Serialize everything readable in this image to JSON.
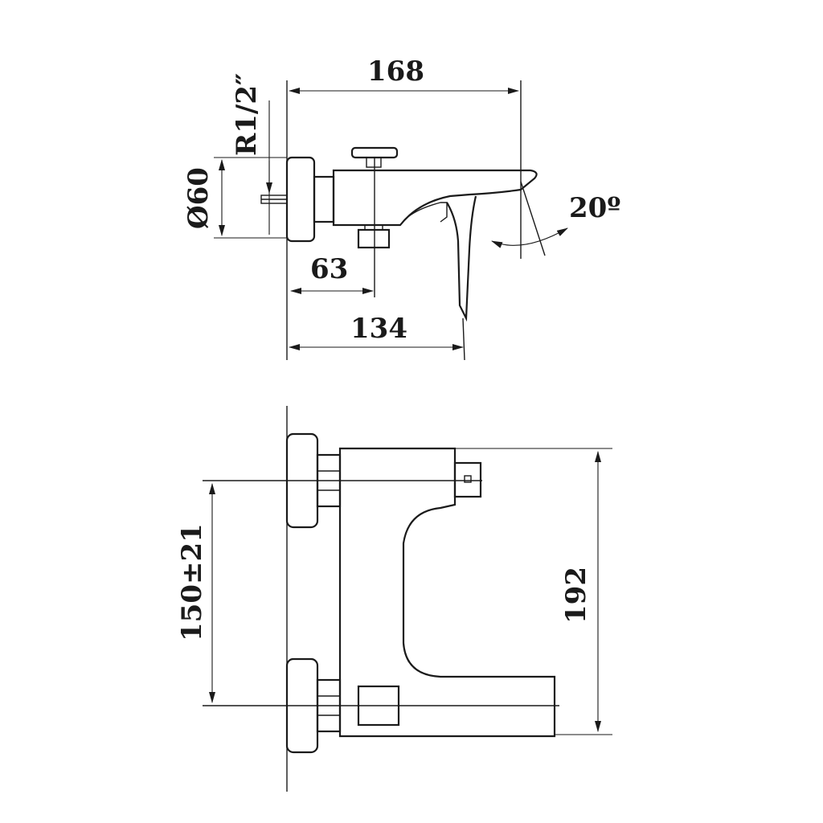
{
  "dimensions": {
    "overall_length": "168",
    "thread": "R1/2″",
    "diameter": "Ø60",
    "handle_offset": "63",
    "spout_offset": "134",
    "angle": "20º",
    "centres": "150±21",
    "width": "192"
  }
}
